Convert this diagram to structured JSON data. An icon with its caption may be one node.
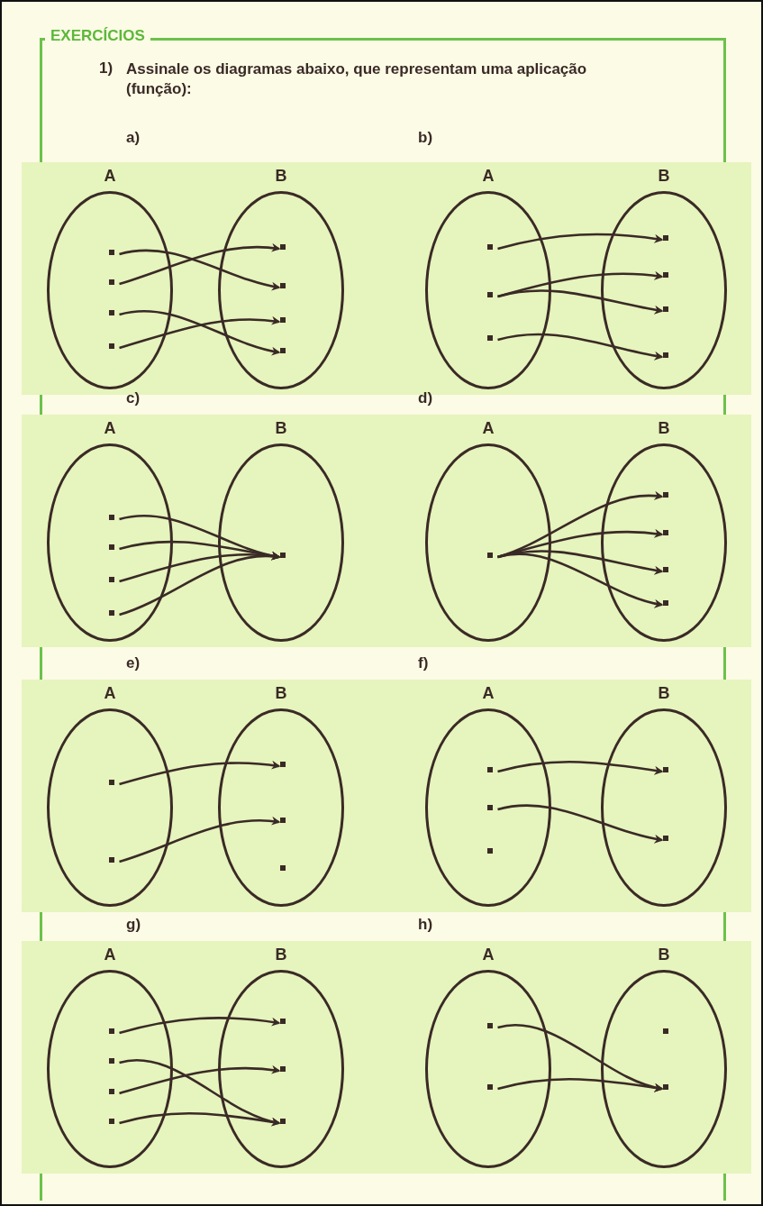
{
  "diagram": {
    "title": "EXERCÍCIOS",
    "nodes": [
      {
        "text": [
          "A"
        ]
      },
      {
        "text": [],
        "shape": "dot",
        "in": 0
      },
      {
        "text": [],
        "shape": "dot",
        "in": 0
      },
      {
        "text": [],
        "shape": "dot",
        "in": 0
      },
      {
        "text": [],
        "shape": "dot",
        "in": 0
      },
      {
        "text": [
          "B"
        ]
      },
      {
        "text": [],
        "shape": "dot",
        "in": 5
      },
      {
        "text": [],
        "shape": "dot",
        "in": 5
      },
      {
        "text": [],
        "shape": "dot",
        "in": 5
      },
      {
        "text": [],
        "shape": "dot",
        "in": 5
      },
      {
        "text": [
          "A"
        ]
      },
      {
        "text": [],
        "shape": "dot",
        "in": 10
      },
      {
        "text": [],
        "shape": "dot",
        "in": 10
      },
      {
        "text": [],
        "shape": "dot",
        "in": 10
      },
      {
        "text": [
          "B"
        ]
      },
      {
        "text": [],
        "shape": "dot",
        "in": 14
      },
      {
        "text": [],
        "shape": "dot",
        "in": 14
      },
      {
        "text": [],
        "shape": "dot",
        "in": 14
      },
      {
        "text": [],
        "shape": "dot",
        "in": 14
      },
      {
        "text": [
          "A"
        ]
      },
      {
        "text": [],
        "shape": "dot",
        "in": 19
      },
      {
        "text": [],
        "shape": "dot",
        "in": 19
      },
      {
        "text": [],
        "shape": "dot",
        "in": 19
      },
      {
        "text": [],
        "shape": "dot",
        "in": 19
      },
      {
        "text": [
          "B"
        ]
      },
      {
        "text": [],
        "shape": "dot",
        "in": 24
      },
      {
        "text": [
          "A"
        ]
      },
      {
        "text": [],
        "shape": "dot",
        "in": 26
      },
      {
        "text": [
          "B"
        ]
      },
      {
        "text": [],
        "shape": "dot",
        "in": 28
      },
      {
        "text": [],
        "shape": "dot",
        "in": 28
      },
      {
        "text": [],
        "shape": "dot",
        "in": 28
      },
      {
        "text": [],
        "shape": "dot",
        "in": 28
      },
      {
        "text": [
          "A"
        ]
      },
      {
        "text": [],
        "shape": "dot",
        "in": 33
      },
      {
        "text": [],
        "shape": "dot",
        "in": 33
      },
      {
        "text": [
          "B"
        ]
      },
      {
        "text": [],
        "shape": "dot",
        "in": 36
      },
      {
        "text": [],
        "shape": "dot",
        "in": 36
      },
      {
        "text": [],
        "shape": "dot",
        "in": 36
      },
      {
        "text": [
          "A"
        ]
      },
      {
        "text": [],
        "shape": "dot",
        "in": 40
      },
      {
        "text": [],
        "shape": "dot",
        "in": 40
      },
      {
        "text": [],
        "shape": "dot",
        "in": 40
      },
      {
        "text": [
          "B"
        ]
      },
      {
        "text": [],
        "shape": "dot",
        "in": 44
      },
      {
        "text": [],
        "shape": "dot",
        "in": 44
      },
      {
        "text": [
          "A"
        ]
      },
      {
        "text": [],
        "shape": "dot",
        "in": 47
      },
      {
        "text": [],
        "shape": "dot",
        "in": 47
      },
      {
        "text": [],
        "shape": "dot",
        "in": 47
      },
      {
        "text": [],
        "shape": "dot",
        "in": 47
      },
      {
        "text": [
          "B"
        ]
      },
      {
        "text": [],
        "shape": "dot",
        "in": 52
      },
      {
        "text": [],
        "shape": "dot",
        "in": 52
      },
      {
        "text": [],
        "shape": "dot",
        "in": 52
      },
      {
        "text": [
          "A"
        ]
      },
      {
        "text": [],
        "shape": "dot",
        "in": 56
      },
      {
        "text": [],
        "shape": "dot",
        "in": 56
      },
      {
        "text": [
          "B"
        ]
      },
      {
        "text": [],
        "shape": "dot",
        "in": 59
      },
      {
        "text": [],
        "shape": "dot",
        "in": 59
      }
    ],
    "edges": [
      {
        "from": 1,
        "to": 7,
        "arrow": "to"
      },
      {
        "from": 2,
        "to": 6,
        "arrow": "to"
      },
      {
        "from": 3,
        "to": 9,
        "arrow": "to"
      },
      {
        "from": 4,
        "to": 8,
        "arrow": "to"
      },
      {
        "from": 11,
        "to": 15,
        "arrow": "to"
      },
      {
        "from": 12,
        "to": 16,
        "arrow": "to"
      },
      {
        "from": 12,
        "to": 17,
        "arrow": "to"
      },
      {
        "from": 13,
        "to": 18,
        "arrow": "to"
      },
      {
        "from": 20,
        "to": 25,
        "arrow": "to"
      },
      {
        "from": 21,
        "to": 25,
        "arrow": "to"
      },
      {
        "from": 22,
        "to": 25,
        "arrow": "to"
      },
      {
        "from": 23,
        "to": 25,
        "arrow": "to"
      },
      {
        "from": 27,
        "to": 29,
        "arrow": "to"
      },
      {
        "from": 27,
        "to": 30,
        "arrow": "to"
      },
      {
        "from": 27,
        "to": 31,
        "arrow": "to"
      },
      {
        "from": 27,
        "to": 32,
        "arrow": "to"
      },
      {
        "from": 34,
        "to": 37,
        "arrow": "to"
      },
      {
        "from": 35,
        "to": 38,
        "arrow": "to"
      },
      {
        "from": 41,
        "to": 45,
        "arrow": "to"
      },
      {
        "from": 42,
        "to": 46,
        "arrow": "to"
      },
      {
        "from": 48,
        "to": 53,
        "arrow": "to"
      },
      {
        "from": 49,
        "to": 55,
        "arrow": "to"
      },
      {
        "from": 50,
        "to": 54,
        "arrow": "to"
      },
      {
        "from": 51,
        "to": 55,
        "arrow": "to"
      },
      {
        "from": 57,
        "to": 61,
        "arrow": "to"
      },
      {
        "from": 58,
        "to": 61,
        "arrow": "to"
      }
    ],
    "labels": [
      "1)",
      "Assinale os diagramas abaixo, que representam uma aplicação (função):",
      "a)",
      "b)",
      "c)",
      "d)",
      "e)",
      "f)",
      "g)",
      "h)"
    ]
  }
}
